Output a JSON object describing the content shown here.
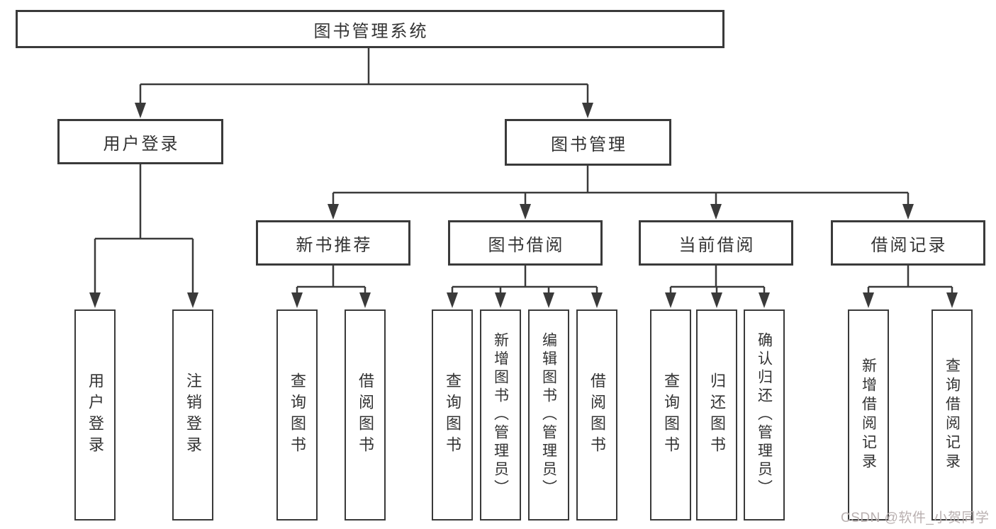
{
  "diagram": {
    "root": {
      "label": "图书管理系统"
    },
    "level2": [
      {
        "label": "用户登录"
      },
      {
        "label": "图书管理"
      }
    ],
    "level3": [
      {
        "label": "新书推荐"
      },
      {
        "label": "图书借阅"
      },
      {
        "label": "当前借阅"
      },
      {
        "label": "借阅记录"
      }
    ],
    "leaves": [
      {
        "label": "用户登录"
      },
      {
        "label": "注销登录"
      },
      {
        "label": "查询图书"
      },
      {
        "label": "借阅图书"
      },
      {
        "label": "查询图书"
      },
      {
        "label": "新增图书（管理员）"
      },
      {
        "label": "编辑图书（管理员）"
      },
      {
        "label": "借阅图书"
      },
      {
        "label": "查询图书"
      },
      {
        "label": "归还图书"
      },
      {
        "label": "确认归还（管理员）"
      },
      {
        "label": "新增借阅记录"
      },
      {
        "label": "查询借阅记录"
      }
    ],
    "colors": {
      "line": "#3a3a3a",
      "box_border": "#3a3a3a",
      "text": "#333333",
      "background": "#ffffff",
      "watermark": "#b9b0b0"
    }
  },
  "watermark": {
    "text": "CSDN @软件_小贺同学"
  }
}
